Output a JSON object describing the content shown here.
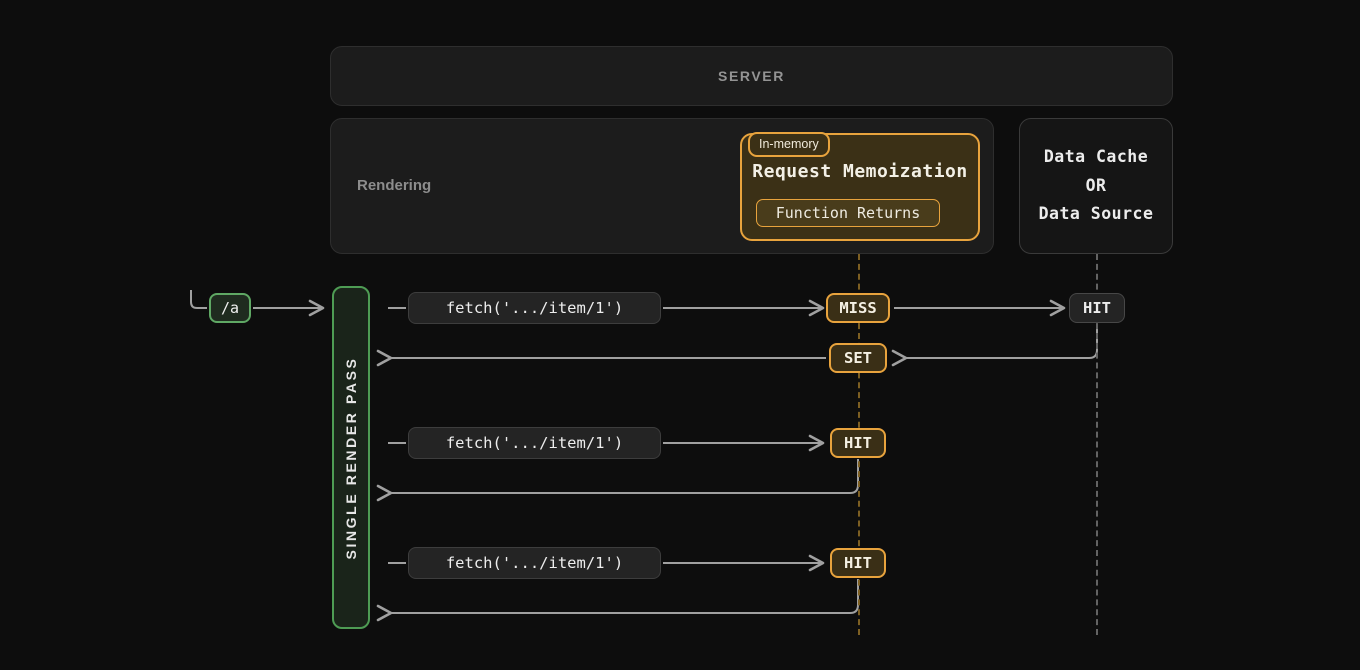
{
  "background": "#0d0d0d",
  "colors": {
    "amber": "#e8a33d",
    "amber_fill": "#3a2f16",
    "amber_dash": "#7d5f22",
    "green": "#5fa864",
    "green_fill": "#1a241a",
    "gray_line": "#a0a0a0",
    "gray_dash": "#636363",
    "panel_bg": "#1c1c1c",
    "panel_border": "#2e2e2e"
  },
  "server": {
    "label": "SERVER"
  },
  "rendering": {
    "label": "Rendering"
  },
  "memoization": {
    "tag": "In-memory",
    "title": "Request Memoization",
    "chip": "Function Returns"
  },
  "data_cache": {
    "lines": [
      "Data Cache",
      "OR",
      "Data Source"
    ]
  },
  "route": {
    "label": "/a"
  },
  "render_pass": {
    "label": "SINGLE RENDER PASS"
  },
  "rows": [
    {
      "fetch": "fetch('.../item/1')",
      "memo_status": "MISS",
      "memo_status_style": "amber",
      "cache_status": "HIT",
      "cache_status_style": "gray"
    },
    {
      "fetch": "fetch('.../item/1')",
      "memo_status": "HIT",
      "memo_status_style": "amber",
      "cache_status": null,
      "cache_status_style": null
    },
    {
      "fetch": "fetch('.../item/1')",
      "memo_status": "HIT",
      "memo_status_style": "amber",
      "cache_status": null,
      "cache_status_style": null
    }
  ],
  "set_badge": {
    "label": "SET",
    "style": "amber"
  }
}
